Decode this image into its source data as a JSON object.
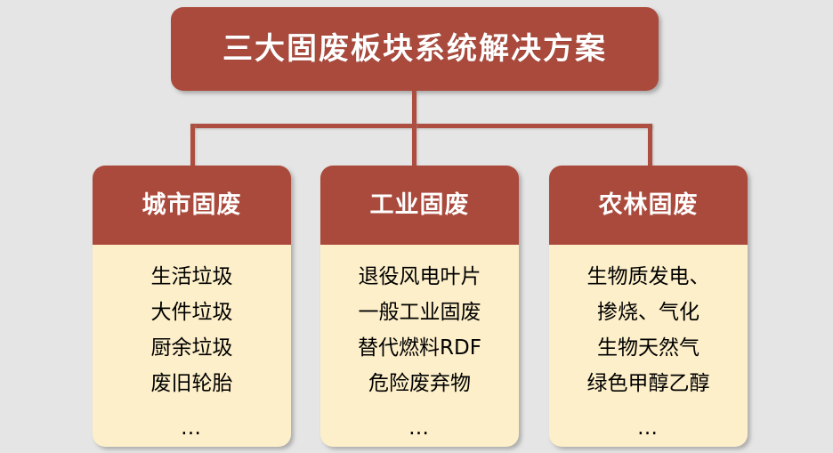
{
  "colors": {
    "background": "#e5e5e5",
    "accent": "#aa4a3c",
    "connector": "#ad4e40",
    "card_body": "#fdefc9",
    "header_text": "#ffffff",
    "item_text": "#000000"
  },
  "title": {
    "text": "三大固废板块系统解决方案"
  },
  "branches": [
    {
      "header": "城市固废",
      "items": [
        "生活垃圾",
        "大件垃圾",
        "厨余垃圾",
        "废旧轮胎"
      ],
      "ellipsis": "…"
    },
    {
      "header": "工业固废",
      "items": [
        "退役风电叶片",
        "一般工业固废",
        "替代燃料RDF",
        "危险废弃物"
      ],
      "ellipsis": "…"
    },
    {
      "header": "农林固废",
      "items": [
        "生物质发电、",
        "掺烧、气化",
        "生物天然气",
        "绿色甲醇乙醇"
      ],
      "ellipsis": "…"
    }
  ]
}
